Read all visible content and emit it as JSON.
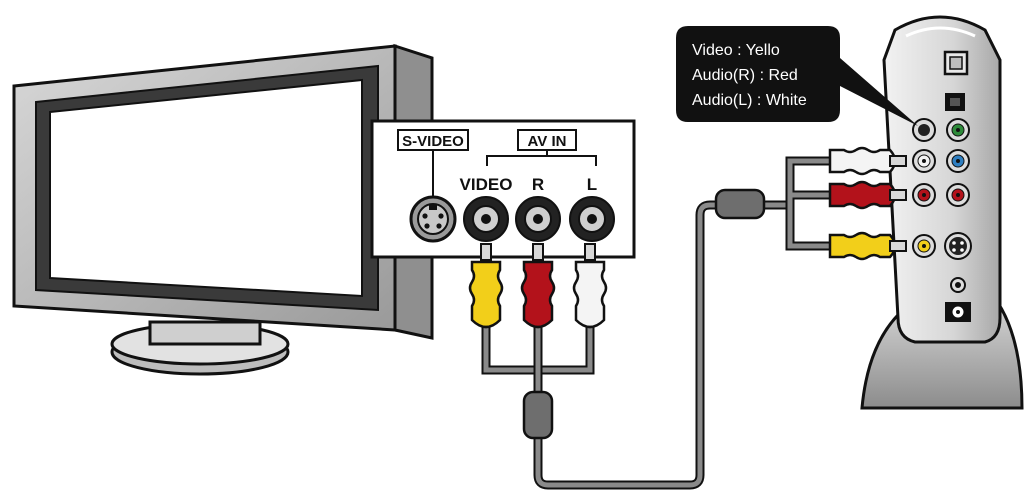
{
  "callout": {
    "line1": "Video : Yello",
    "line2": "Audio(R) : Red",
    "line3": "Audio(L) : White"
  },
  "tv_panel": {
    "svideo_label": "S-VIDEO",
    "avin_label": "AV IN",
    "video_label": "VIDEO",
    "r_label": "R",
    "l_label": "L"
  },
  "colors": {
    "yellow": "#f2cf1a",
    "red": "#b3121b",
    "white": "#f4f4f4",
    "cable": "#8a8a8a",
    "callout_bg": "#111111"
  }
}
